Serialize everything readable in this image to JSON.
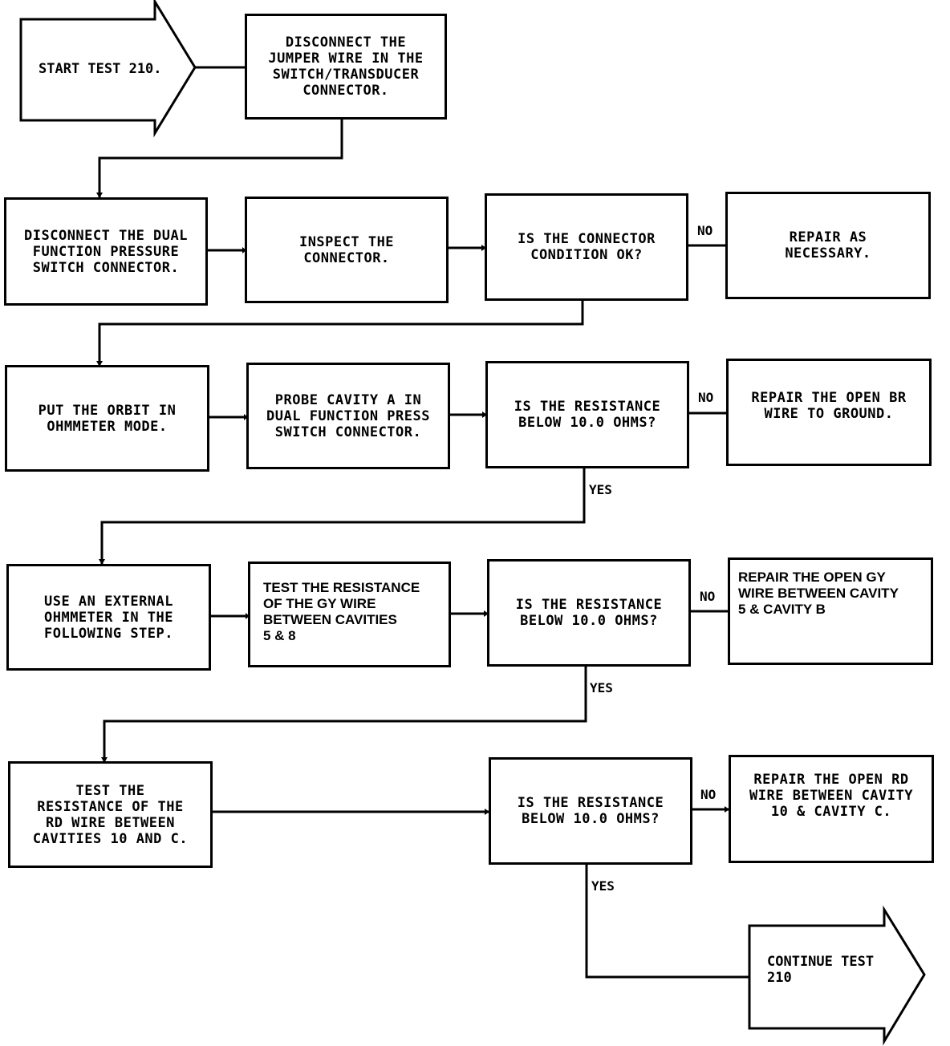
{
  "start": {
    "label": "START TEST 210."
  },
  "end": {
    "label": "CONTINUE TEST\n210"
  },
  "steps": {
    "disconnect_jumper": "DISCONNECT THE\nJUMPER WIRE IN THE\nSWITCH/TRANSDUCER\nCONNECTOR.",
    "disconnect_dual": "DISCONNECT THE DUAL\nFUNCTION PRESSURE\nSWITCH CONNECTOR.",
    "inspect_connector": "INSPECT THE\nCONNECTOR.",
    "q_connector_ok": "IS THE CONNECTOR\nCONDITION OK?",
    "repair_as_necessary": "REPAIR AS\nNECESSARY.",
    "put_orbit": "PUT THE ORBIT IN\nOHMMETER MODE.",
    "probe_cavity": "PROBE CAVITY A IN\nDUAL FUNCTION PRESS\nSWITCH CONNECTOR.",
    "q_resistance_1": "IS THE RESISTANCE\nBELOW 10.0 OHMS?",
    "repair_br": "REPAIR THE OPEN BR\nWIRE TO GROUND.",
    "use_external": "USE AN EXTERNAL\nOHMMETER IN THE\nFOLLOWING STEP.",
    "test_gy": "TEST THE RESISTANCE\nOF THE GY WIRE\nBETWEEN CAVITIES\n5 & 8",
    "q_resistance_2": "IS THE RESISTANCE\nBELOW 10.0 OHMS?",
    "repair_gy": "REPAIR THE OPEN GY\nWIRE BETWEEN CAVITY\n5 & CAVITY B",
    "test_rd": "TEST THE\nRESISTANCE OF THE\nRD WIRE BETWEEN\nCAVITIES 10 AND C.",
    "q_resistance_3": "IS THE RESISTANCE\nBELOW 10.0 OHMS?",
    "repair_rd": "REPAIR THE OPEN RD\nWIRE BETWEEN CAVITY\n10 & CAVITY C."
  },
  "labels": {
    "no_1": "NO",
    "no_2": "NO",
    "no_3": "NO",
    "no_4": "NO",
    "yes_1": "YES",
    "yes_2": "YES",
    "yes_3": "YES"
  }
}
